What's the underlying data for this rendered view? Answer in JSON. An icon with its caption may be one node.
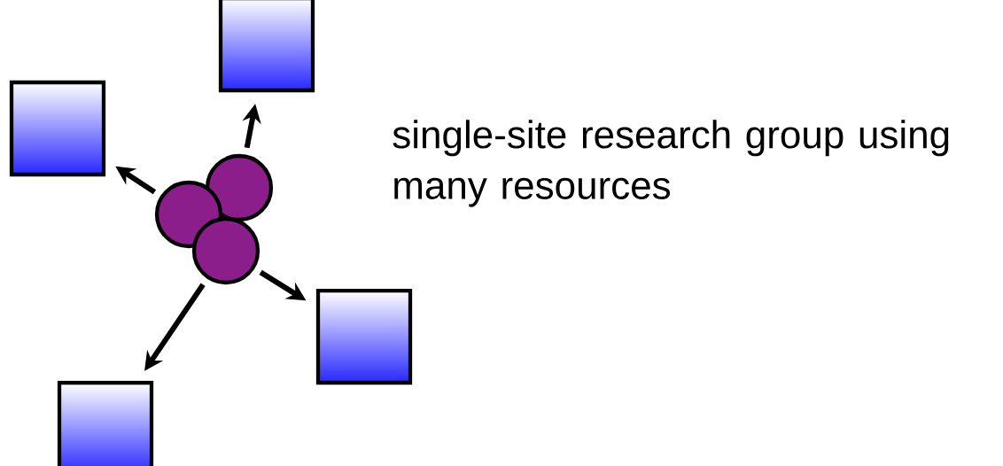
{
  "diagram": {
    "nodes": [
      {
        "text": [],
        "shape": "box"
      },
      {
        "text": [],
        "shape": "box"
      },
      {
        "text": [],
        "shape": "circle"
      },
      {
        "text": [],
        "shape": "circle"
      },
      {
        "text": [],
        "shape": "circle"
      },
      {
        "text": [],
        "shape": "box"
      },
      {
        "text": [],
        "shape": "box"
      }
    ],
    "edges": [
      {
        "from": 2,
        "to": 0,
        "arrow": "to"
      },
      {
        "from": 3,
        "to": 1,
        "arrow": "to"
      },
      {
        "from": 4,
        "to": 5,
        "arrow": "to"
      },
      {
        "from": 4,
        "to": 6,
        "arrow": "to"
      }
    ],
    "labels": [
      "single-site research group using many resources"
    ]
  }
}
